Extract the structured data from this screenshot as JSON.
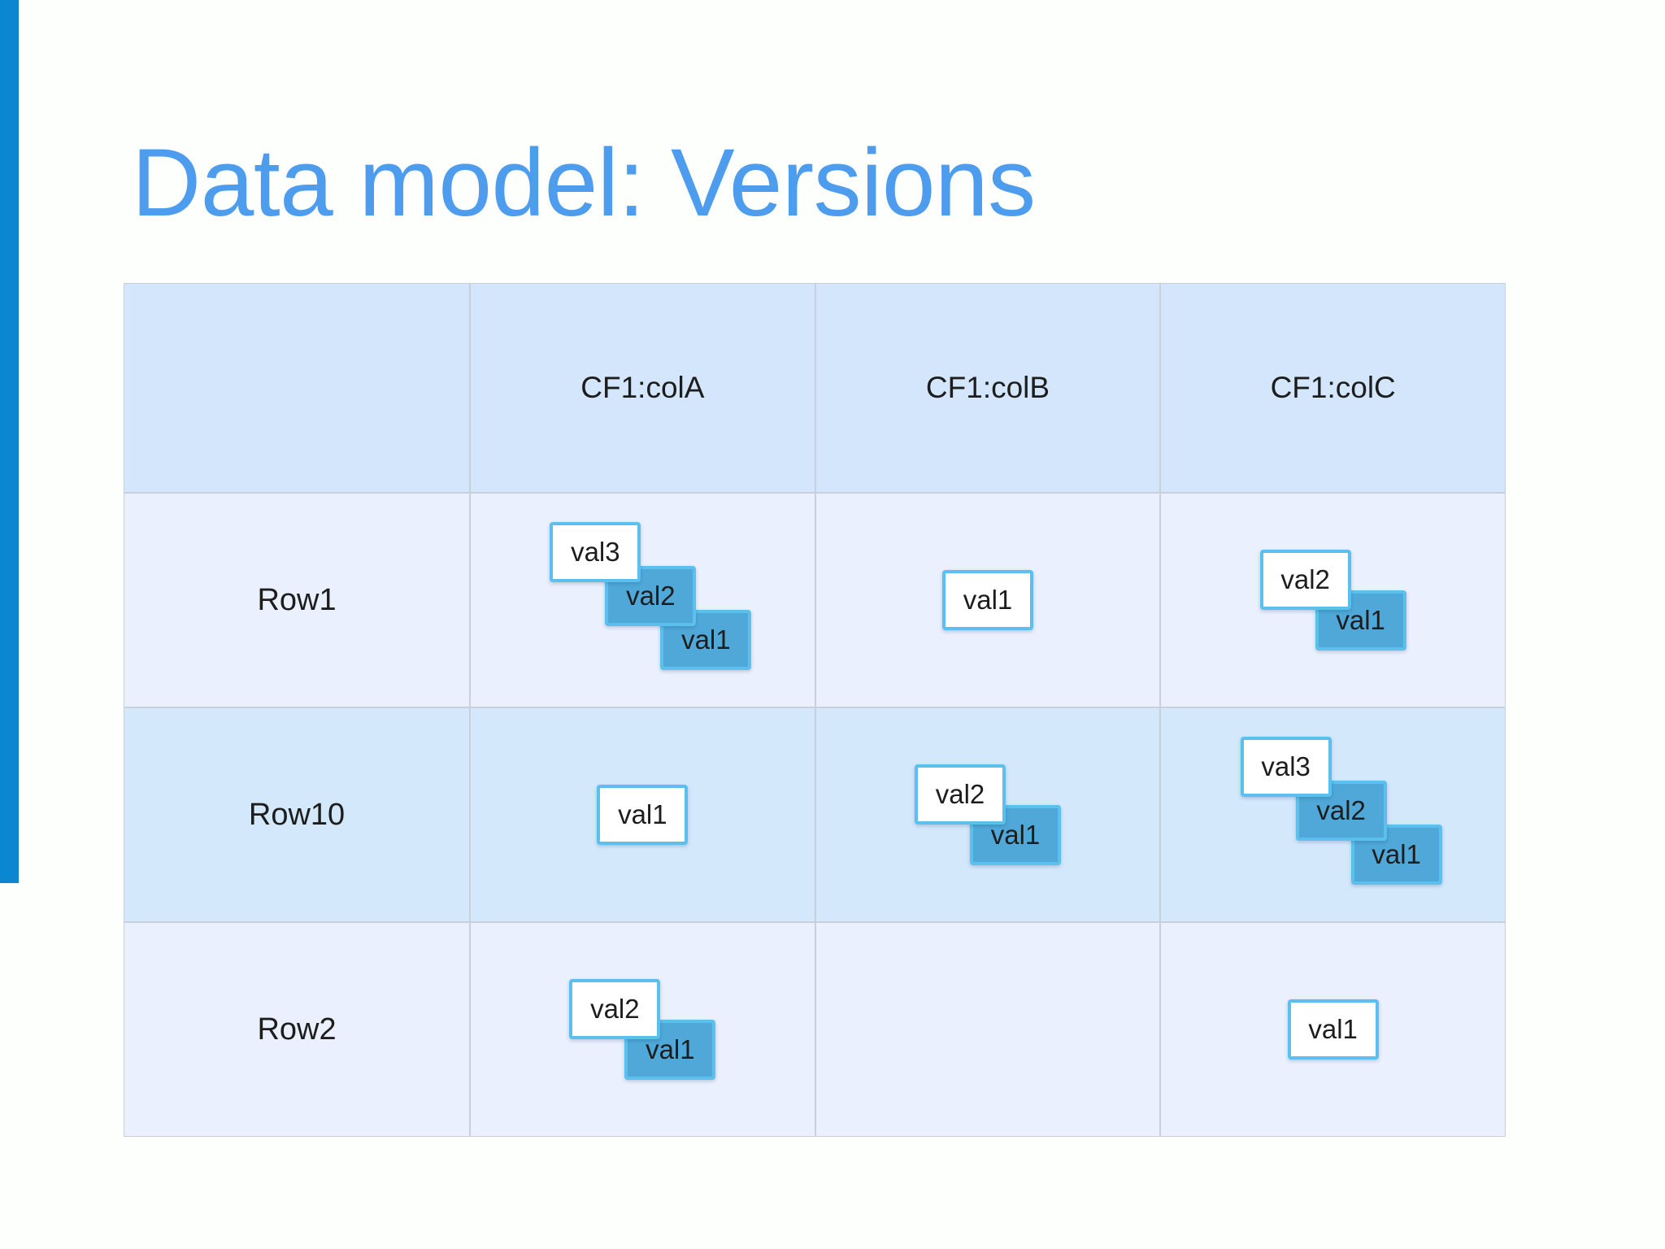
{
  "slide": {
    "title": "Data model: Versions",
    "accent_bar_color": "#0b86d0",
    "title_color": "#4d9ced",
    "background_color": "#fcfffc"
  },
  "table": {
    "corner_label": "",
    "column_headers": [
      "CF1:colA",
      "CF1:colB",
      "CF1:colC"
    ],
    "header_background": "#d3e6fb",
    "row_light_background": "#eaf0fd",
    "row_dark_background": "#d3e8fb",
    "card_front_background": "#ffffff",
    "card_back_background": "#4fa8d8",
    "card_border_color": "#5bc0ee",
    "rows": [
      {
        "label": "Row1",
        "shade": "light",
        "cells": [
          {
            "column": "CF1:colA",
            "versions": [
              "val1",
              "val2",
              "val3"
            ]
          },
          {
            "column": "CF1:colB",
            "versions": [
              "val1"
            ]
          },
          {
            "column": "CF1:colC",
            "versions": [
              "val1",
              "val2"
            ]
          }
        ]
      },
      {
        "label": "Row10",
        "shade": "dark",
        "cells": [
          {
            "column": "CF1:colA",
            "versions": [
              "val1"
            ]
          },
          {
            "column": "CF1:colB",
            "versions": [
              "val1",
              "val2"
            ]
          },
          {
            "column": "CF1:colC",
            "versions": [
              "val1",
              "val2",
              "val3"
            ]
          }
        ]
      },
      {
        "label": "Row2",
        "shade": "light",
        "cells": [
          {
            "column": "CF1:colA",
            "versions": [
              "val1",
              "val2"
            ]
          },
          {
            "column": "CF1:colB",
            "versions": []
          },
          {
            "column": "CF1:colC",
            "versions": [
              "val1"
            ]
          }
        ]
      }
    ]
  }
}
